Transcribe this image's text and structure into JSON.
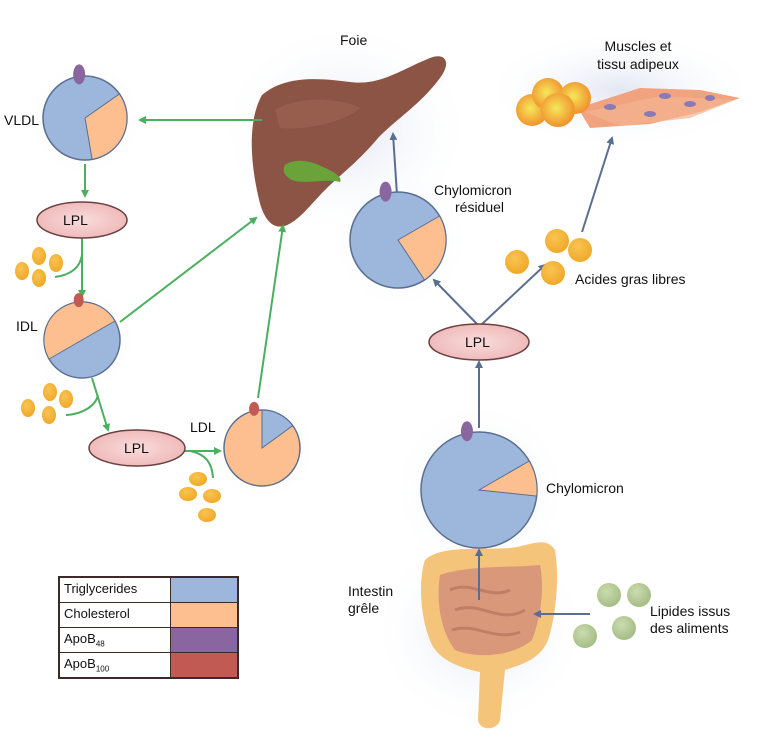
{
  "title": "Métabolisme des lipoprotéines",
  "colors": {
    "triglycerides": "#9db6dc",
    "cholesterol": "#fdbf8f",
    "apob48": "#8a66a0",
    "apob100": "#c15a52",
    "endogenous_arrow": "#4caf60",
    "exogenous_arrow": "#5a6e90",
    "lpl_fill": "#f2c2c2",
    "fatty_acid": "#f6b637",
    "dietary_lipid": "#b8cc9a",
    "liver": "#8c5444"
  },
  "labels": {
    "foie": "Foie",
    "muscles_line1": "Muscles et",
    "muscles_line2": "tissu adipeux",
    "chylo_residuel_line1": "Chylomicron",
    "chylo_residuel_line2": "résiduel",
    "acides_gras": "Acides gras libres",
    "lpl": "LPL",
    "chylomicron": "Chylomicron",
    "intestin_line1": "Intestin",
    "intestin_line2": "grêle",
    "lipides_line1": "Lipides issus",
    "lipides_line2": "des aliments",
    "vldl": "VLDL",
    "idl": "IDL",
    "ldl": "LDL"
  },
  "particles": [
    {
      "name": "VLDL",
      "cholesterol_fraction": 0.32,
      "apo": "ApoB48"
    },
    {
      "name": "IDL",
      "cholesterol_fraction": 0.5,
      "apo": "ApoB100"
    },
    {
      "name": "LDL",
      "cholesterol_fraction": 0.85,
      "apo": "ApoB100"
    },
    {
      "name": "Chylomicron résiduel",
      "cholesterol_fraction": 0.24,
      "apo": "ApoB48"
    },
    {
      "name": "Chylomicron",
      "cholesterol_fraction": 0.1,
      "apo": "ApoB48"
    }
  ],
  "legend": [
    {
      "label": "Triglycerides",
      "sub": "",
      "color_key": "triglycerides"
    },
    {
      "label": "Cholesterol",
      "sub": "",
      "color_key": "cholesterol"
    },
    {
      "label": "ApoB",
      "sub": "48",
      "color_key": "apob48"
    },
    {
      "label": "ApoB",
      "sub": "100",
      "color_key": "apob100"
    }
  ]
}
